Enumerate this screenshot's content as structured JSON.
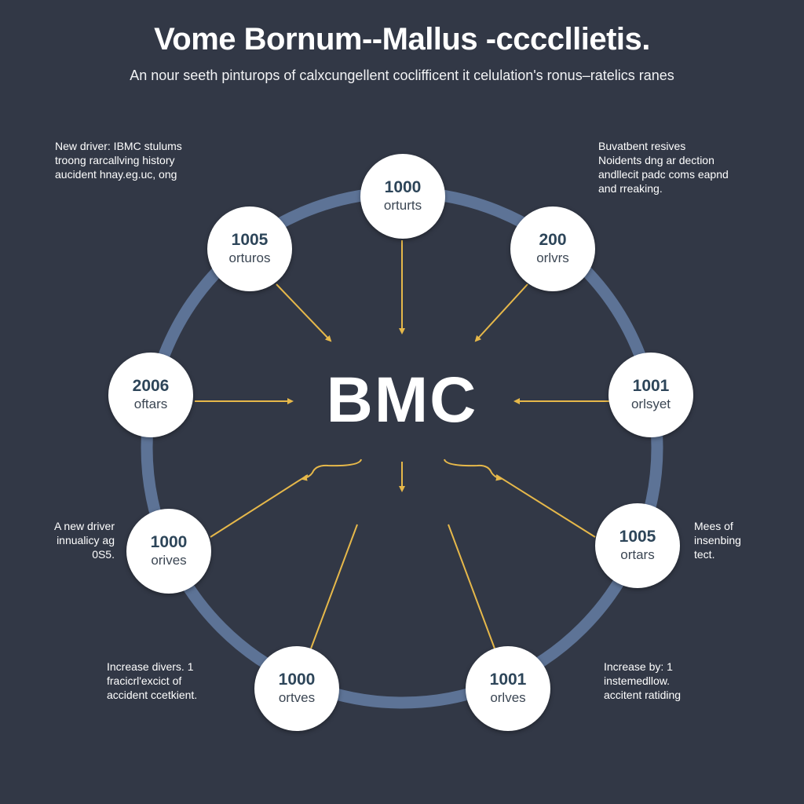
{
  "title": "Vome Bornum--Mallus -ccccllietis.",
  "subtitle": "An nour seeth pinturops of calxcungellent coclifficent it celulation's ronus–ratelics ranes",
  "center": "BMC",
  "colors": {
    "background": "#323846",
    "ring": "#5d7396",
    "arrow": "#e6b84a",
    "node_fill": "#ffffff",
    "node_text": "#2d4559"
  },
  "nodes": [
    {
      "id": "top",
      "value": "1000",
      "label": "orturts"
    },
    {
      "id": "upper-left",
      "value": "1005",
      "label": "orturos"
    },
    {
      "id": "upper-right",
      "value": "200",
      "label": "orlvrs"
    },
    {
      "id": "left",
      "value": "2006",
      "label": "oftars"
    },
    {
      "id": "right",
      "value": "1001",
      "label": "orlsyet"
    },
    {
      "id": "lower-left",
      "value": "1000",
      "label": "orives"
    },
    {
      "id": "lower-right",
      "value": "1005",
      "label": "ortars"
    },
    {
      "id": "bottom-left",
      "value": "1000",
      "label": "ortves"
    },
    {
      "id": "bottom-right",
      "value": "1001",
      "label": "orlves"
    }
  ],
  "notes": {
    "top_left": "New driver: IBMC stulums\ntroong rarcallving history\naucident hnay.eg.uc, ong",
    "top_right": "Buvatbent resives\nNoidents dng ar dection\nandllecit padc coms eapnd\nand rreaking.",
    "mid_left": "A new driver\ninnualicy ag\n0S5.",
    "mid_right": "Mees of\ninsenbing\ntect.",
    "bottom_left": "Increase divers. 1\nfracicrl'excict of\naccident ccetkient.",
    "bottom_right": "Increase by: 1\ninstemedllow.\naccitent ratiding"
  }
}
